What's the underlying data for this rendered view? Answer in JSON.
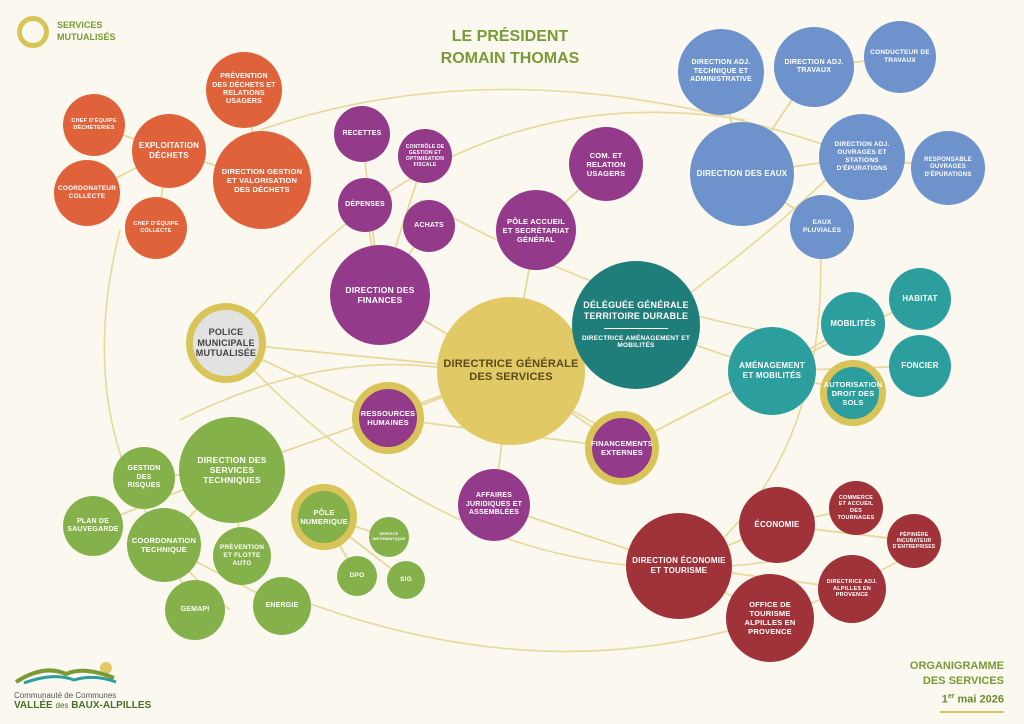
{
  "header": {
    "legend_label_line1": "SERVICES",
    "legend_label_line2": "MUTUALISÉS",
    "president_title": "LE PRÉSIDENT",
    "president_name": "ROMAIN THOMAS"
  },
  "footer": {
    "org_line1": "ORGANIGRAMME",
    "org_line2": "DES SERVICES",
    "date_num": "1",
    "date_sup": "er",
    "date_rest": " mai 2026",
    "logo_line1": "Communauté de Communes",
    "logo_line2a": "VALLÉE",
    "logo_line2b": "des",
    "logo_line2c": "BAUX-ALPILLES"
  },
  "colors": {
    "orange": "#e0623a",
    "purple": "#943a8b",
    "blue": "#6e92cc",
    "teal": "#2c9e9d",
    "dark_teal": "#1f7d7a",
    "green": "#84b14a",
    "red": "#a0323a",
    "gold": "#e1c965",
    "grey": "#e2e2e2",
    "ring": "#d9c45a",
    "line": "#e6d99a"
  },
  "nodes": [
    {
      "id": "dgs",
      "label": "DIRECTRICE GÉNÉRALE DES SERVICES",
      "color": "gold",
      "dark": true
    },
    {
      "id": "deleguee",
      "label": "DÉLÉGUÉE GÉNÉRALE TERRITOIRE DURABLE",
      "sub": "DIRECTRICE AMÉNAGEMENT ET MOBILITÉS",
      "color": "dark_teal"
    },
    {
      "id": "police",
      "label": "POLICE MUNICIPALE MUTUALISÉE",
      "color": "grey",
      "dark": true,
      "ringed": true
    },
    {
      "id": "finances",
      "label": "DIRECTION DES FINANCES",
      "color": "purple"
    },
    {
      "id": "recettes",
      "label": "RECETTES",
      "color": "purple"
    },
    {
      "id": "controle",
      "label": "CONTRÔLE DE GESTION ET OPTIMISATION FISCALE",
      "color": "purple"
    },
    {
      "id": "depenses",
      "label": "DÉPENSES",
      "color": "purple"
    },
    {
      "id": "achats",
      "label": "ACHATS",
      "color": "purple"
    },
    {
      "id": "pole_accueil",
      "label": "PÔLE ACCUEIL ET SECRÉTARIAT GÉNÉRAL",
      "color": "purple"
    },
    {
      "id": "com",
      "label": "COM. ET RELATION USAGERS",
      "color": "purple"
    },
    {
      "id": "rh",
      "label": "RESSOURCES HUMAINES",
      "color": "purple",
      "ringed": true
    },
    {
      "id": "financements",
      "label": "FINANCEMENTS EXTERNES",
      "color": "purple",
      "ringed": true
    },
    {
      "id": "affaires",
      "label": "AFFAIRES JURIDIQUES ET ASSEMBLÉES",
      "color": "purple"
    },
    {
      "id": "dgvd",
      "label": "DIRECTION GESTION ET VALORISATION DES DÉCHETS",
      "color": "orange"
    },
    {
      "id": "prevention_dechets",
      "label": "PRÉVENTION DES DÉCHETS ET RELATIONS USAGERS",
      "color": "orange"
    },
    {
      "id": "exploitation",
      "label": "EXPLOITATION DÉCHETS",
      "color": "orange"
    },
    {
      "id": "chef_decheteries",
      "label": "CHEF D'ÉQUIPE DÉCHETERIES",
      "color": "orange"
    },
    {
      "id": "coord_collecte",
      "label": "COORDONATEUR COLLECTE",
      "color": "orange"
    },
    {
      "id": "chef_collecte",
      "label": "CHEF D'ÉQUIPE COLLECTE",
      "color": "orange"
    },
    {
      "id": "eaux",
      "label": "DIRECTION DES EAUX",
      "color": "blue"
    },
    {
      "id": "adj_tech",
      "label": "DIRECTION ADJ. TECHNIQUE ET ADMINISTRATIVE",
      "color": "blue"
    },
    {
      "id": "adj_travaux",
      "label": "DIRECTION ADJ. TRAVAUX",
      "color": "blue"
    },
    {
      "id": "conducteur",
      "label": "CONDUCTEUR DE TRAVAUX",
      "color": "blue"
    },
    {
      "id": "adj_ouvrages",
      "label": "DIRECTION ADJ. OUVRAGES ET STATIONS D'ÉPURATIONS",
      "color": "blue"
    },
    {
      "id": "resp_ouvrages",
      "label": "RESPONSABLE OUVRAGES D'ÉPURATIONS",
      "color": "blue"
    },
    {
      "id": "pluviales",
      "label": "EAUX PLUVIALES",
      "color": "blue"
    },
    {
      "id": "amenagement",
      "label": "AMÉNAGEMENT ET MOBILITÉS",
      "color": "teal"
    },
    {
      "id": "habitat",
      "label": "HABITAT",
      "color": "teal"
    },
    {
      "id": "mobilites",
      "label": "MOBILITÉS",
      "color": "teal"
    },
    {
      "id": "foncier",
      "label": "FONCIER",
      "color": "teal"
    },
    {
      "id": "ads",
      "label": "AUTORISATION DROIT DES SOLS",
      "color": "teal",
      "ringed": true
    },
    {
      "id": "dst",
      "label": "DIRECTION DES SERVICES TECHNIQUES",
      "color": "green"
    },
    {
      "id": "risques",
      "label": "GESTION DES RISQUES",
      "color": "green"
    },
    {
      "id": "plan",
      "label": "PLAN DE SAUVEGARDE",
      "color": "green"
    },
    {
      "id": "coord_tech",
      "label": "COORDONATION TECHNIQUE",
      "color": "green"
    },
    {
      "id": "prev_flotte",
      "label": "PRÉVENTION ET FLOTTE AUTO",
      "color": "green"
    },
    {
      "id": "gemapi",
      "label": "GEMAPI",
      "color": "green"
    },
    {
      "id": "energie",
      "label": "ENERGIE",
      "color": "green"
    },
    {
      "id": "numerique",
      "label": "PÔLE NUMERIQUE",
      "color": "green",
      "ringed": true
    },
    {
      "id": "service_info",
      "label": "SERVICE INFORMATIQUE",
      "color": "green"
    },
    {
      "id": "dpo",
      "label": "DPO",
      "color": "green"
    },
    {
      "id": "sig",
      "label": "SIG",
      "color": "green"
    },
    {
      "id": "det",
      "label": "DIRECTION ÉCONOMIE ET TOURISME",
      "color": "red"
    },
    {
      "id": "economie",
      "label": "ÉCONOMIE",
      "color": "red"
    },
    {
      "id": "commerce",
      "label": "COMMERCE ET ACCUEIL DES TOURNAGES",
      "color": "red"
    },
    {
      "id": "pepiniere",
      "label": "PÉPINIÈRE INCUBATEUR D'ENTREPRISES",
      "color": "red"
    },
    {
      "id": "adj_alpilles",
      "label": "DIRECTRICE ADJ. ALPILLES EN PROVENCE",
      "color": "red"
    },
    {
      "id": "office",
      "label": "OFFICE DE TOURISME ALPILLES EN PROVENCE",
      "color": "red"
    }
  ]
}
